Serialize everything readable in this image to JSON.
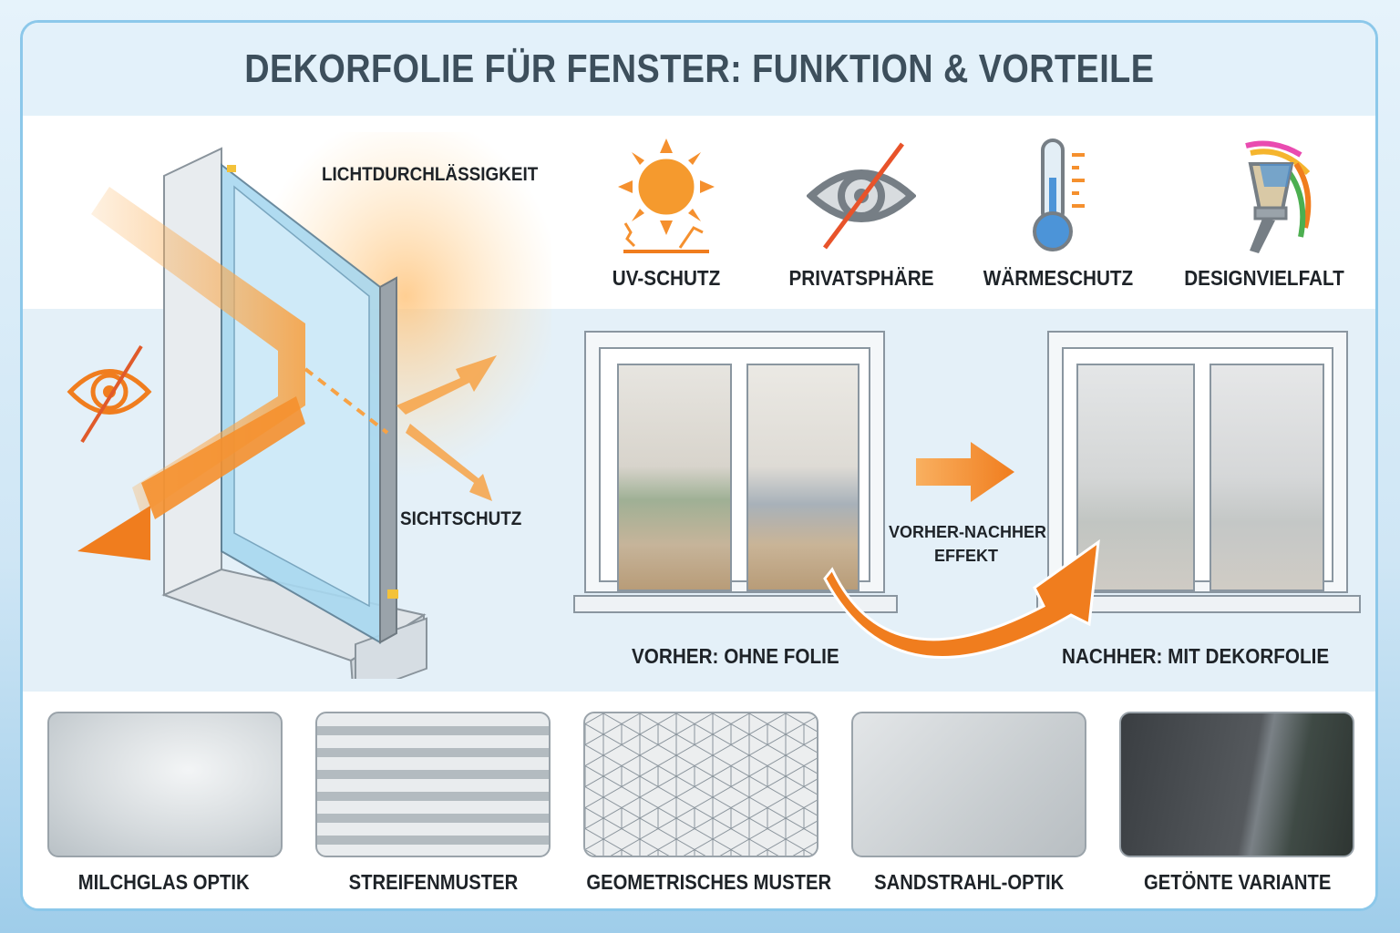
{
  "title": "DEKORFOLIE FÜR FENSTER: FUNKTION & VORTEILE",
  "diagram": {
    "label_light": "LICHTDURCHLÄSSIGKEIT",
    "label_privacy": "SICHTSCHUTZ",
    "icons": [
      "window-cross-section-icon",
      "light-arrow-icon",
      "eye-crossed-icon"
    ]
  },
  "features": [
    {
      "label": "UV-SCHUTZ",
      "icon": "sun-uv-icon"
    },
    {
      "label": "PRIVATSPHÄRE",
      "icon": "eye-crossed-icon"
    },
    {
      "label": "WÄRMESCHUTZ",
      "icon": "thermometer-icon"
    },
    {
      "label": "DESIGNVIELFALT",
      "icon": "paintbrush-icon"
    }
  ],
  "comparison": {
    "before_label": "VORHER: OHNE FOLIE",
    "after_label": "NACHHER: MIT DEKORFOLIE",
    "effect_line1": "VORHER-NACHHER",
    "effect_line2": "EFFEKT"
  },
  "variants": [
    {
      "label": "MILCHGLAS OPTIK"
    },
    {
      "label": "STREIFENMUSTER"
    },
    {
      "label": "GEOMETRISCHES MUSTER"
    },
    {
      "label": "SANDSTRAHL-OPTIK"
    },
    {
      "label": "GETÖNTE VARIANTE"
    }
  ],
  "colors": {
    "accent_orange": "#f07d1e",
    "title_text": "#3d4f5c",
    "border_blue": "#8cc8ea",
    "glass_blue": "#9fd4ee"
  }
}
